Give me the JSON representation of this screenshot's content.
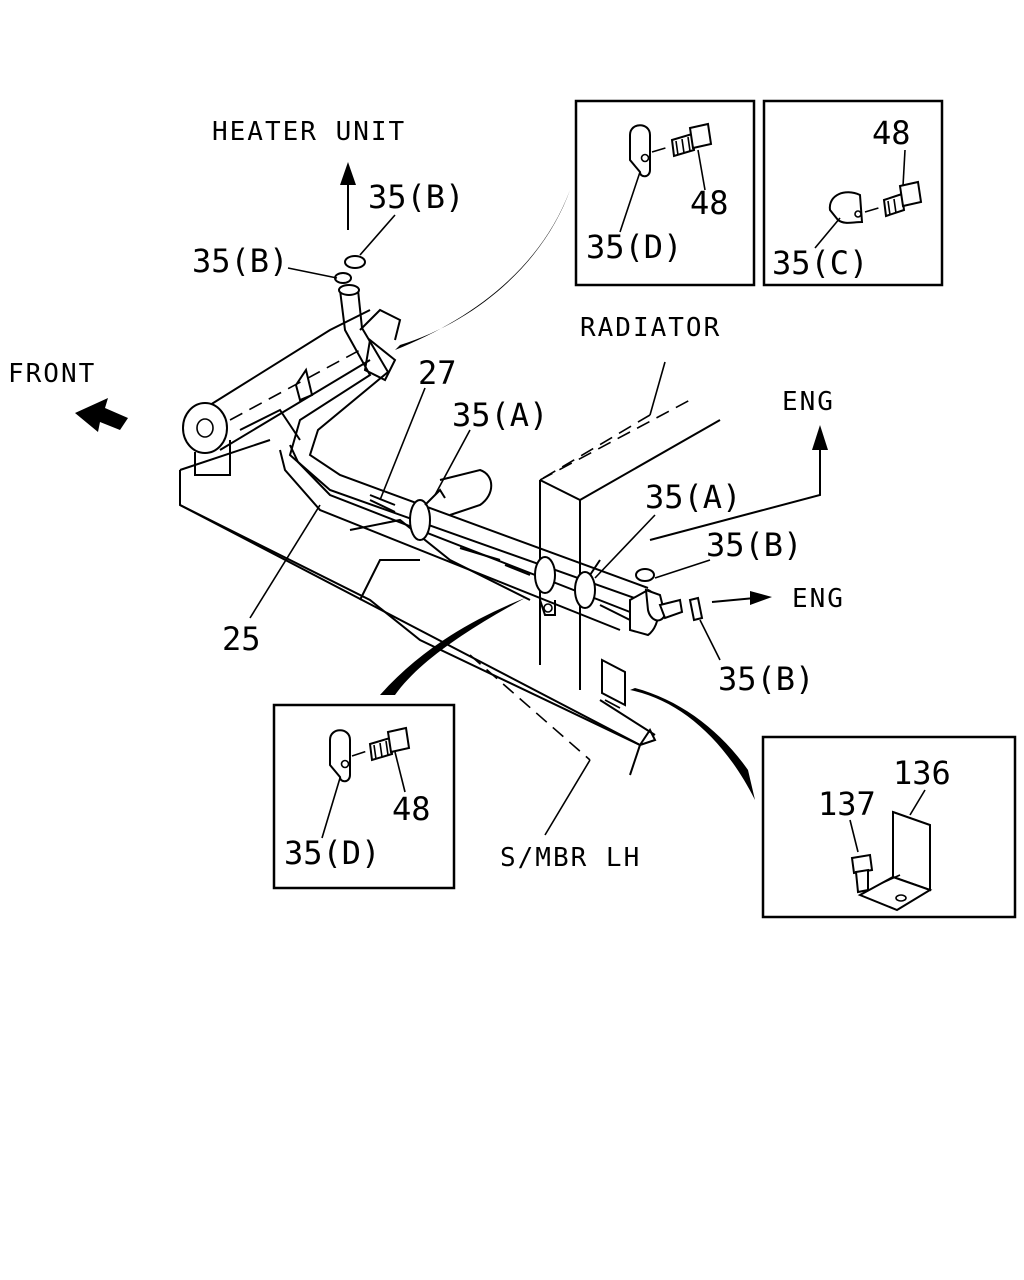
{
  "labels": {
    "heater_unit": "HEATER UNIT",
    "front": "FRONT",
    "radiator": "RADIATOR",
    "eng_upper": "ENG",
    "eng_lower": "ENG",
    "s_mbr_lh": "S/MBR LH"
  },
  "callouts": {
    "c35b_top": "35(B)",
    "c35b_left": "35(B)",
    "c27": "27",
    "c35a_left": "35(A)",
    "c35a_right": "35(A)",
    "c35b_right": "35(B)",
    "c35b_lower": "35(B)",
    "c25": "25"
  },
  "insets": {
    "top_left": {
      "clamp": "35(D)",
      "bolt": "48"
    },
    "top_right": {
      "clamp": "35(C)",
      "bolt": "48"
    },
    "bottom_left": {
      "clamp": "35(D)",
      "bolt": "48"
    },
    "bottom_right": {
      "bracket": "136",
      "bolt": "137"
    }
  }
}
